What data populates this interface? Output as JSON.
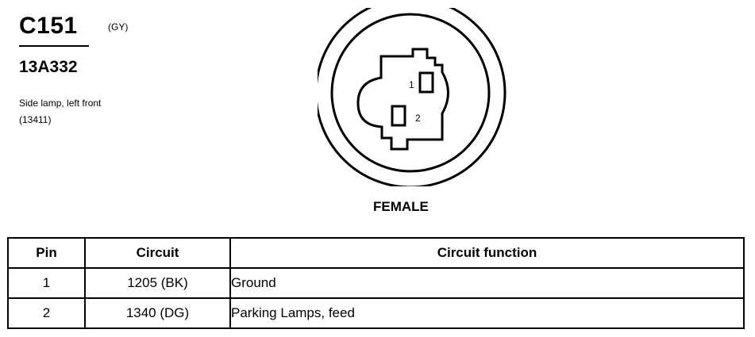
{
  "connector": {
    "id": "C151",
    "color_code": "(GY)",
    "part_number": "13A332",
    "description": "Side lamp, left front",
    "description_code": "(13411)"
  },
  "diagram": {
    "pin_labels": [
      "1",
      "2"
    ],
    "gender": "FEMALE"
  },
  "table": {
    "headers": {
      "pin": "Pin",
      "circuit": "Circuit",
      "function": "Circuit function"
    },
    "rows": [
      {
        "pin": "1",
        "circuit": "1205 (BK)",
        "function": "Ground"
      },
      {
        "pin": "2",
        "circuit": "1340 (DG)",
        "function": "Parking Lamps, feed"
      }
    ]
  }
}
